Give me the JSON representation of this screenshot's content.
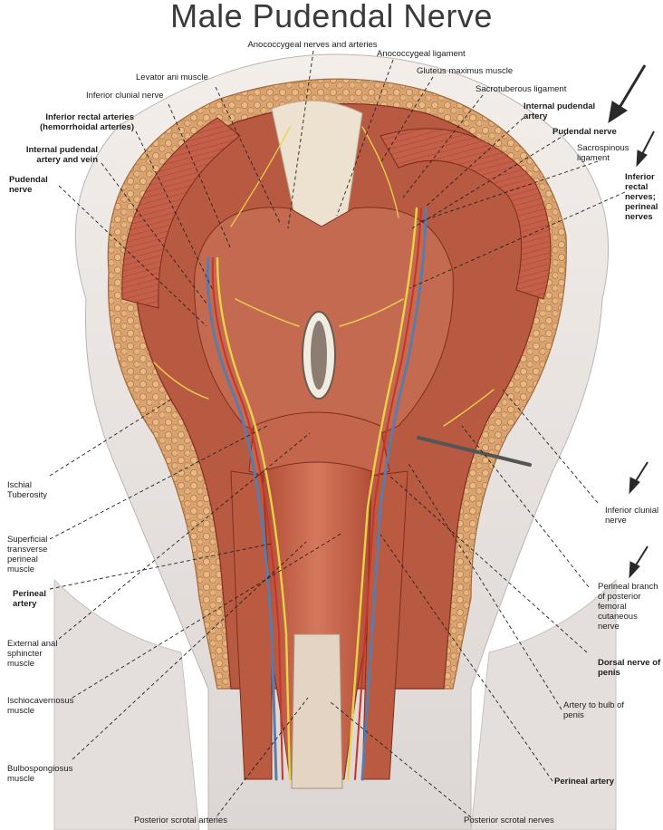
{
  "title": "Male Pudendal Nerve",
  "labels": {
    "anococcygeal_nerves": "Anococcygeal nerves and arteries",
    "anococcygeal_ligament": "Anococcygeal ligament",
    "levator_ani": "Levator ani muscle",
    "gluteus_maximus": "Gluteus maximus muscle",
    "inferior_clunial_left": "Inferior clunial nerve",
    "sacrotuberous": "Sacrotuberous ligament",
    "inferior_rectal_arteries": "Inferior rectal arteries (hemorrhoidal arteries)",
    "internal_pudendal_artery": "Internal pudendal artery",
    "pudendal_nerve_right": "Pudendal nerve",
    "internal_pudendal_artery_vein": "Internal pudendal artery and vein",
    "sacrospinous": "Sacrospinous ligament",
    "pudendal_nerve_left": "Pudendal nerve",
    "inferior_rectal_nerves": "Inferior rectal nerves; perineal nerves",
    "ischial_tuberosity": "Ischial Tuberosity",
    "inferior_clunial_right": "Inferior clunial nerve",
    "superficial_transverse": "Superficial transverse perineal muscle",
    "perineal_artery_left": "Perineal artery",
    "perineal_branch": "Perineal branch of posterior femoral cutaneous nerve",
    "external_anal_sphincter": "External anal sphincter muscle",
    "dorsal_nerve": "Dorsal nerve of penis",
    "ischiocavernosus": "Ischiocavernosus muscle",
    "artery_bulb": "Artery to bulb of penis",
    "bulbospongiosus": "Bulbospongiosus muscle",
    "perineal_artery_right": "Perineal artery",
    "posterior_scrotal_arteries": "Posterior scrotal arteries",
    "posterior_scrotal_nerves": "Posterior scrotal nerves"
  },
  "colors": {
    "muscle": "#c8654a",
    "muscle_dark": "#9c3e2c",
    "fat": "#d9a070",
    "skin": "#efe6e0",
    "nerve": "#e9d24a",
    "vein": "#5c7ba8",
    "leader": "#222222"
  }
}
